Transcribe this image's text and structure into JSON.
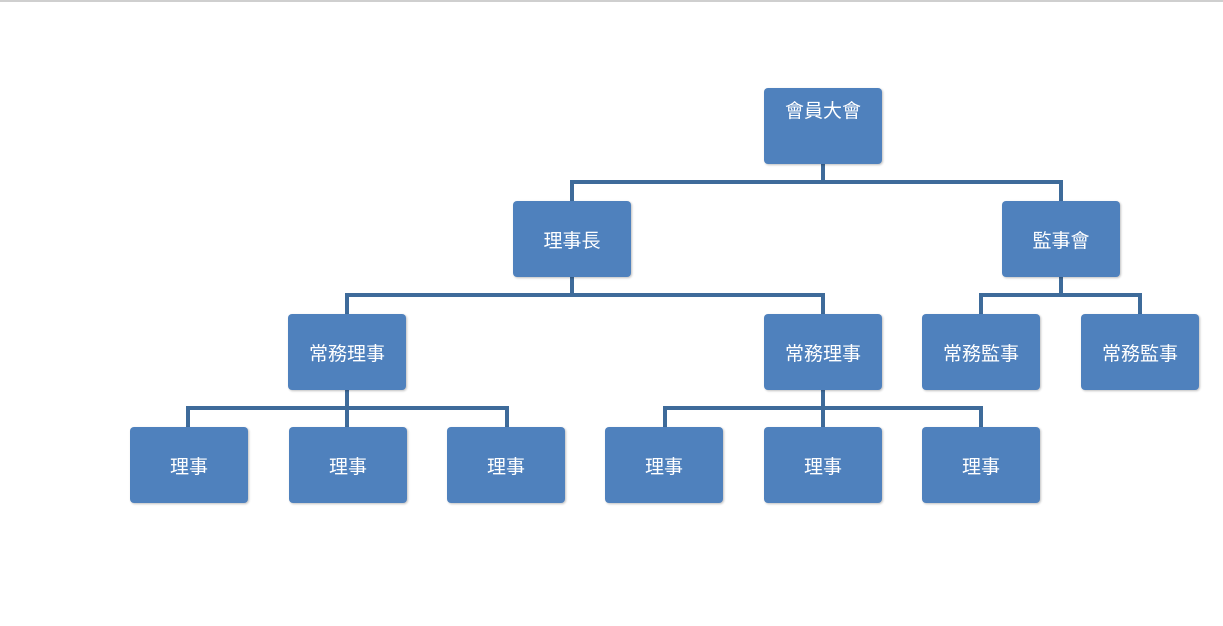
{
  "org_chart": {
    "root": {
      "label": "會員大會"
    },
    "chairman": {
      "label": "理事長"
    },
    "supervisors_board": {
      "label": "監事會"
    },
    "executive_directors": [
      {
        "label": "常務理事"
      },
      {
        "label": "常務理事"
      }
    ],
    "executive_supervisors": [
      {
        "label": "常務監事"
      },
      {
        "label": "常務監事"
      }
    ],
    "directors_group_1": [
      {
        "label": "理事"
      },
      {
        "label": "理事"
      },
      {
        "label": "理事"
      }
    ],
    "directors_group_2": [
      {
        "label": "理事"
      },
      {
        "label": "理事"
      },
      {
        "label": "理事"
      }
    ]
  },
  "colors": {
    "node_fill": "#4f81bd",
    "connector": "#3e6b9a",
    "text": "#ffffff"
  }
}
